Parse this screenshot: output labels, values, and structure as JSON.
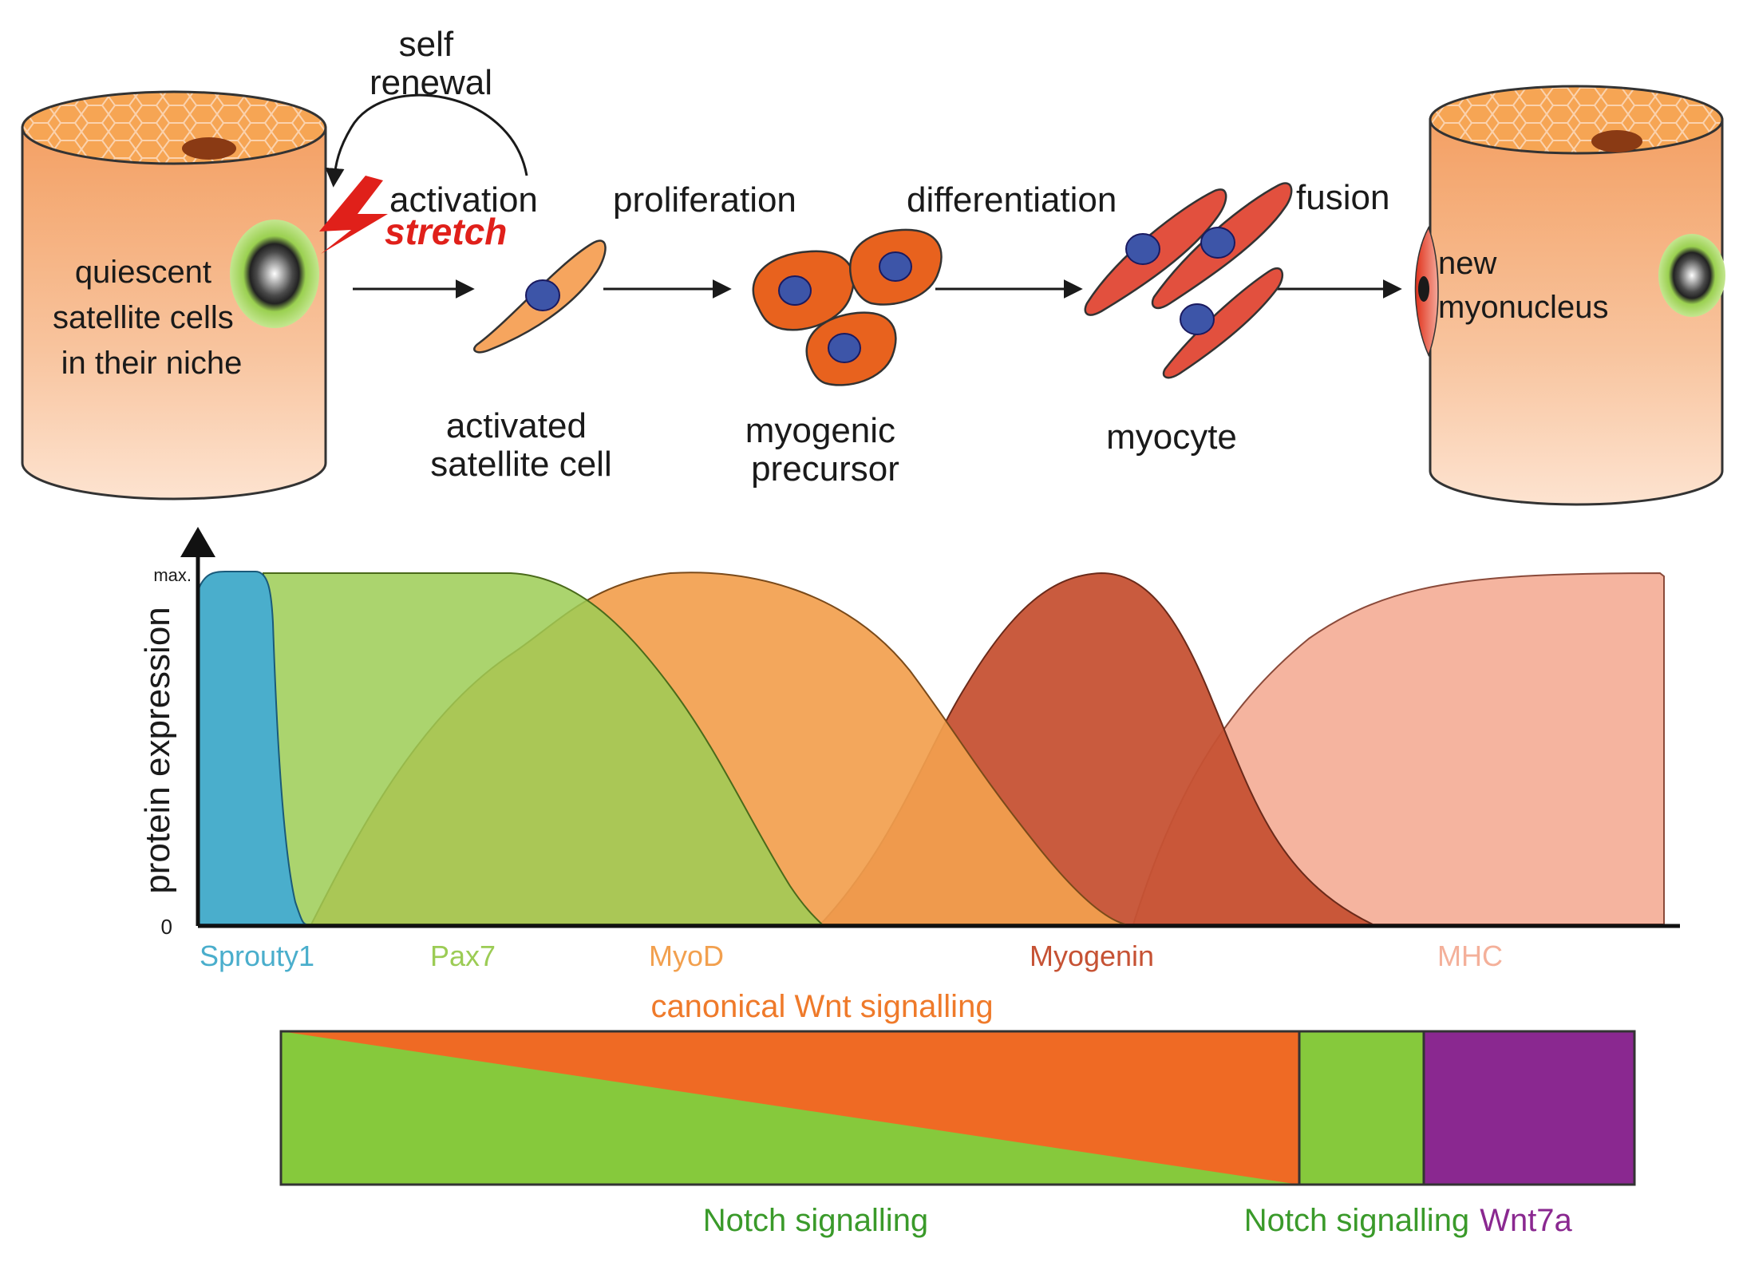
{
  "colors": {
    "fiber": "#f0a066",
    "fiber_top": "#f6a554",
    "cell_activated": "#f6a55e",
    "cell_precursor": "#e8621e",
    "cell_myocyte": "#e2503e",
    "nucleus": "#3d55a8",
    "niche": "#a8dc6a",
    "sprouty": "#4aaecc",
    "pax7": "#9ccc55",
    "myod": "#f2a04e",
    "myogenin": "#c65234",
    "mhc": "#f4b09a",
    "notch": "#86c93c",
    "wnt": "#ef6a24",
    "wnt7a": "#8a2890",
    "stretch": "#e0201a"
  },
  "stages": {
    "self_renewal": [
      "self",
      "renewal"
    ],
    "activation": "activation",
    "stretch": "stretch",
    "proliferation": "proliferation",
    "differentiation": "differentiation",
    "fusion": "fusion"
  },
  "cells": {
    "quiescent": [
      "quiescent",
      "satellite cells",
      "in their niche"
    ],
    "activated": [
      "activated",
      "satellite  cell"
    ],
    "precursor": [
      "myogenic",
      "precursor"
    ],
    "myocyte": "myocyte",
    "new_myonucleus": [
      "new",
      "myonucleus"
    ]
  },
  "chart": {
    "ylabel": "protein expression",
    "ymax_label": "max.",
    "ymin_label": "0",
    "proteins": [
      "Sprouty1",
      "Pax7",
      "MyoD",
      "Myogenin",
      "MHC"
    ]
  },
  "signalling": {
    "canonical_wnt": "canonical Wnt signalling",
    "notch": "Notch signalling",
    "notch2": "Notch signalling",
    "wnt7a": "Wnt7a"
  }
}
